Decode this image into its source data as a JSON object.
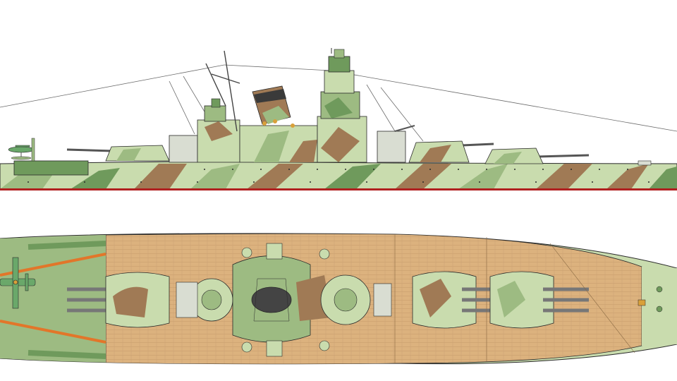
{
  "image": {
    "subject": "battleship-profile-and-plan",
    "views": [
      "side-profile",
      "top-plan"
    ]
  },
  "palette": {
    "background": "#ffffff",
    "camo_light_green": "#c9dcae",
    "camo_mid_green": "#9dbb82",
    "camo_dark_green": "#6f9a5c",
    "camo_brown": "#a07a55",
    "camo_grey": "#d9ddd2",
    "waterline_red": "#b02020",
    "deck_wood": "#dcb27e",
    "deck_plank_line": "#b88c5c",
    "hull_outline": "#2a2a2a",
    "aircraft_deck_stripe": "#e2762a",
    "aircraft_body": "#6aa86a"
  },
  "icons": {
    "seaplane": "seaplane-icon",
    "turret": "turret-icon",
    "funnel": "funnel-icon",
    "mast": "mast-icon"
  }
}
